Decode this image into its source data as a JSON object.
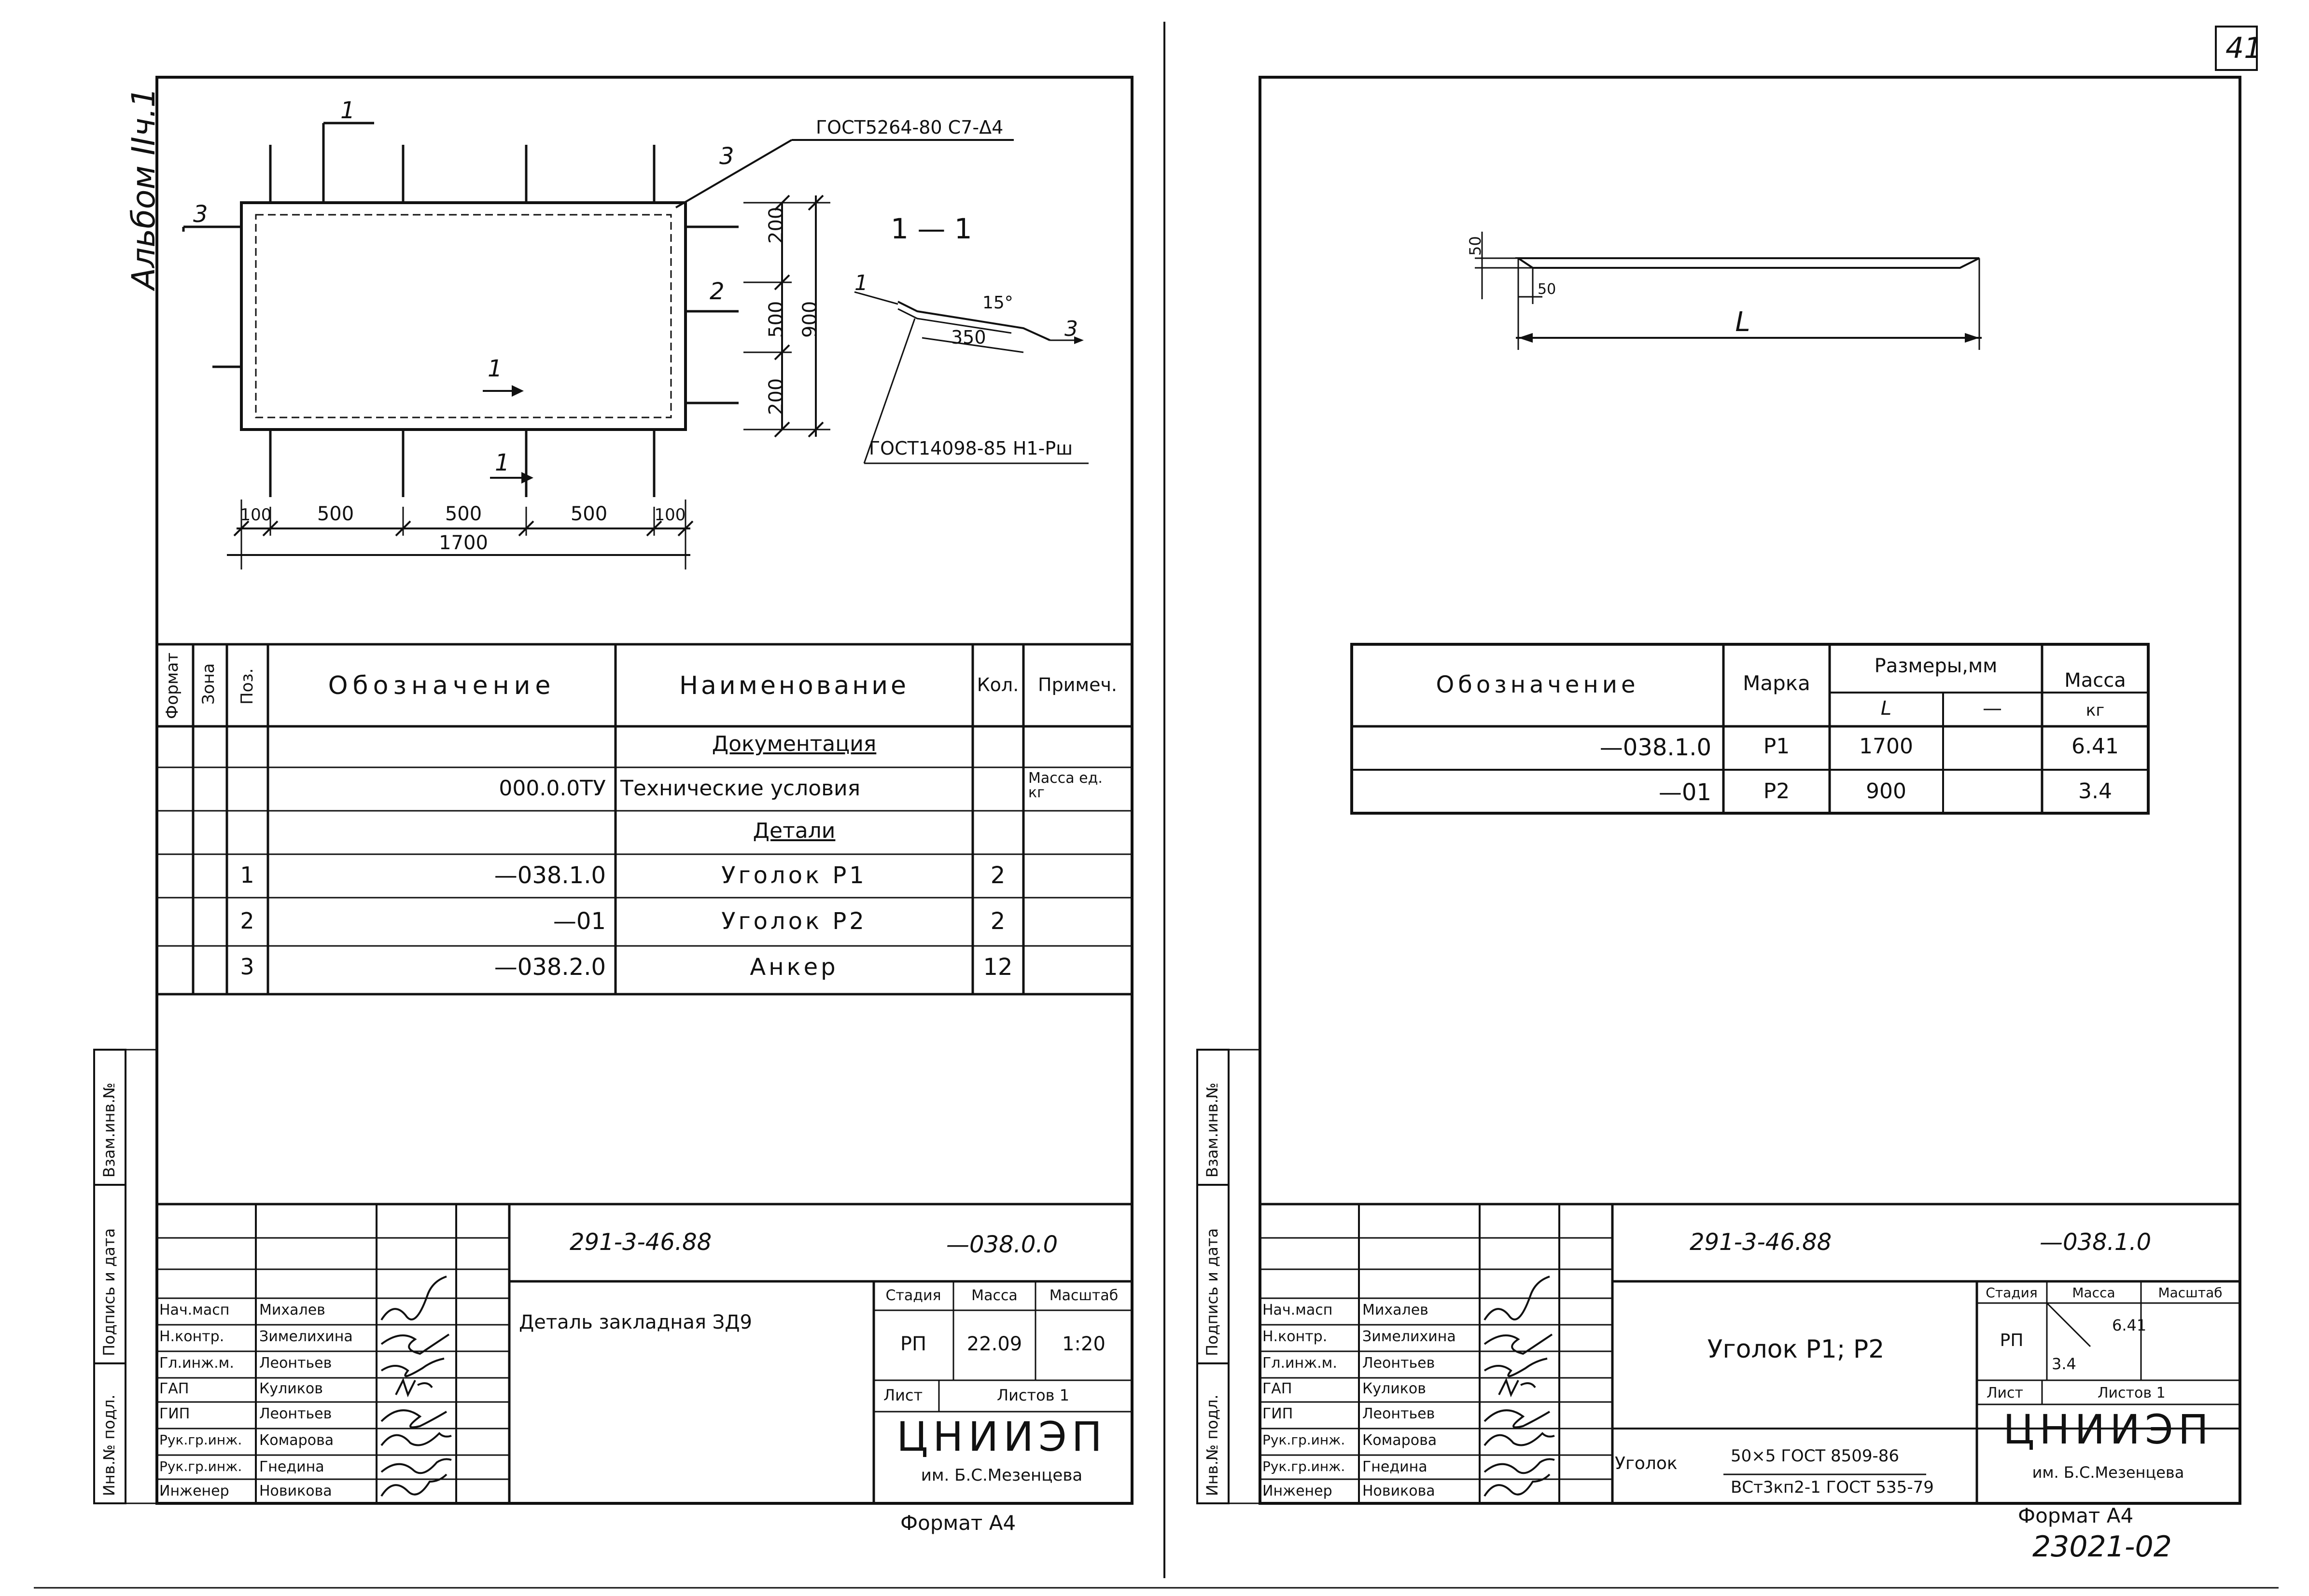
{
  "page_number": "41",
  "album_label": "Альбом ІІч.1",
  "footer_code": "23021-02",
  "left": {
    "drawing": {
      "weld_top_label": "ГОСТ5264-80 С7-Δ4",
      "weld_bottom_label": "ГОСТ14098-85 Н1-Рш",
      "section_title": "1 — 1",
      "callouts": [
        "1",
        "1",
        "1",
        "2",
        "3",
        "3",
        "1",
        "3"
      ],
      "vert_dims": [
        "200",
        "500",
        "200",
        "900"
      ],
      "horiz_dims": [
        "100",
        "500",
        "500",
        "500",
        "100"
      ],
      "total_width": "1700",
      "section_dim": "350",
      "section_angle": "15°"
    },
    "spec": {
      "headers": {
        "format": "Формат",
        "zone": "Зона",
        "pos": "Поз.",
        "designation": "Обозначение",
        "name": "Наименование",
        "qty": "Кол.",
        "note": "Примеч."
      },
      "rows": [
        {
          "pos": "",
          "designation": "",
          "name": "Документация",
          "qty": "",
          "note": "",
          "section": true
        },
        {
          "pos": "",
          "designation": "000.0.0ТУ",
          "name": "Технические условия",
          "qty": "",
          "note": "Масса ед. кг",
          "section": false
        },
        {
          "pos": "",
          "designation": "",
          "name": "Детали",
          "qty": "",
          "note": "",
          "section": true
        },
        {
          "pos": "1",
          "designation": "—038.1.0",
          "name": "Уголок Р1",
          "qty": "2",
          "note": "",
          "section": false
        },
        {
          "pos": "2",
          "designation": "—01",
          "name": "Уголок Р2",
          "qty": "2",
          "note": "",
          "section": false
        },
        {
          "pos": "3",
          "designation": "—038.2.0",
          "name": "Анкер",
          "qty": "12",
          "note": "",
          "section": false
        }
      ]
    },
    "side_stamp": [
      "Инв.№ подл.",
      "Подпись и дата",
      "Взам.инв.№"
    ],
    "title_block": {
      "project": "291-3-46.88",
      "doc_number": "—038.0.0",
      "title": "Деталь закладная ЗД9",
      "stage_label": "Стадия",
      "mass_label": "Масса",
      "scale_label": "Масштаб",
      "stage": "РП",
      "mass": "22.09",
      "scale": "1:20",
      "sheet_label": "Лист",
      "sheets_label": "Листов 1",
      "org": "ЦНИИЭП",
      "org_sub": "им. Б.С.Мезенцева",
      "people": [
        {
          "role": "Нач.масп",
          "name": "Михалев"
        },
        {
          "role": "Н.контр.",
          "name": "Зимелихина"
        },
        {
          "role": "Гл.инж.м.",
          "name": "Леонтьев"
        },
        {
          "role": "ГАП",
          "name": "Куликов"
        },
        {
          "role": "ГИП",
          "name": "Леонтьев"
        },
        {
          "role": "Рук.гр.инж.",
          "name": "Комарова"
        },
        {
          "role": "Рук.гр.инж.",
          "name": "Гнедина"
        },
        {
          "role": "Инженер",
          "name": "Новикова"
        }
      ]
    },
    "format_label": "Формат А4"
  },
  "right": {
    "drawing": {
      "dim_small_v": "50",
      "dim_small_h": "50",
      "length_label": "L"
    },
    "table": {
      "headers": {
        "designation": "Обозначение",
        "mark": "Марка",
        "dims": "Размеры,мм",
        "len": "L",
        "dash": "—",
        "mass": "Масса",
        "unit": "кг"
      },
      "rows": [
        {
          "designation": "—038.1.0",
          "mark": "Р1",
          "len": "1700",
          "other": "",
          "mass": "6.41"
        },
        {
          "designation": "—01",
          "mark": "Р2",
          "len": "900",
          "other": "",
          "mass": "3.4"
        }
      ]
    },
    "side_stamp": [
      "Инв.№ подл.",
      "Подпись и дата",
      "Взам.инв.№"
    ],
    "title_block": {
      "project": "291-3-46.88",
      "doc_number": "—038.1.0",
      "title": "Уголок Р1; Р2",
      "material_prefix": "Уголок",
      "material_top": "50×5 ГОСТ 8509-86",
      "material_bottom": "ВСт3кп2-1 ГОСТ 535-79",
      "stage_label": "Стадия",
      "mass_label": "Масса",
      "scale_label": "Масштаб",
      "stage": "РП",
      "mass_a": "6.41",
      "mass_b": "3.4",
      "sheet_label": "Лист",
      "sheets_label": "Листов 1",
      "org": "ЦНИИЭП",
      "org_sub": "им. Б.С.Мезенцева",
      "people": [
        {
          "role": "Нач.масп",
          "name": "Михалев"
        },
        {
          "role": "Н.контр.",
          "name": "Зимелихина"
        },
        {
          "role": "Гл.инж.м.",
          "name": "Леонтьев"
        },
        {
          "role": "ГАП",
          "name": "Куликов"
        },
        {
          "role": "ГИП",
          "name": "Леонтьев"
        },
        {
          "role": "Рук.гр.инж.",
          "name": "Комарова"
        },
        {
          "role": "Рук.гр.инж.",
          "name": "Гнедина"
        },
        {
          "role": "Инженер",
          "name": "Новикова"
        }
      ]
    },
    "format_label": "Формат А4"
  }
}
